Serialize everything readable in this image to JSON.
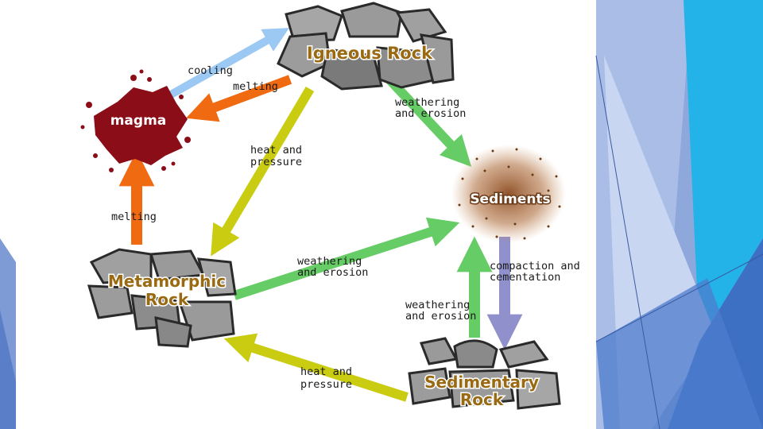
{
  "nodes": {
    "igneous": "Igneous Rock",
    "magma": "magma",
    "sediments": "Sediments",
    "metamorphic_line1": "Metamorphic",
    "metamorphic_line2": "Rock",
    "sedimentary_line1": "Sedimentary",
    "sedimentary_line2": "Rock"
  },
  "processes": {
    "cooling": "cooling",
    "melting_top": "melting",
    "weathering_top_line1": "weathering",
    "weathering_top_line2": "and erosion",
    "heat_top_line1": "heat and",
    "heat_top_line2": "pressure",
    "melting_left": "melting",
    "weathering_mid_line1": "weathering",
    "weathering_mid_line2": "and erosion",
    "compaction_line1": "compaction and",
    "compaction_line2": "cementation",
    "weathering_bottom_line1": "weathering",
    "weathering_bottom_line2": "and erosion",
    "heat_bottom_line1": "heat and",
    "heat_bottom_line2": "pressure"
  },
  "colors": {
    "cooling_arrow": "#9cc8f4",
    "melting_arrow": "#f06a12",
    "weathering_arrow": "#66cc66",
    "heat_pressure_arrow": "#c9cc11",
    "compaction_arrow": "#9090cc",
    "magma_fill": "#8b0d18",
    "rock_fill": "#9a9a9a",
    "title_text": "#9a6a12",
    "deco_light_blue": "#23b3e8",
    "deco_blue": "#3d6fc2"
  }
}
